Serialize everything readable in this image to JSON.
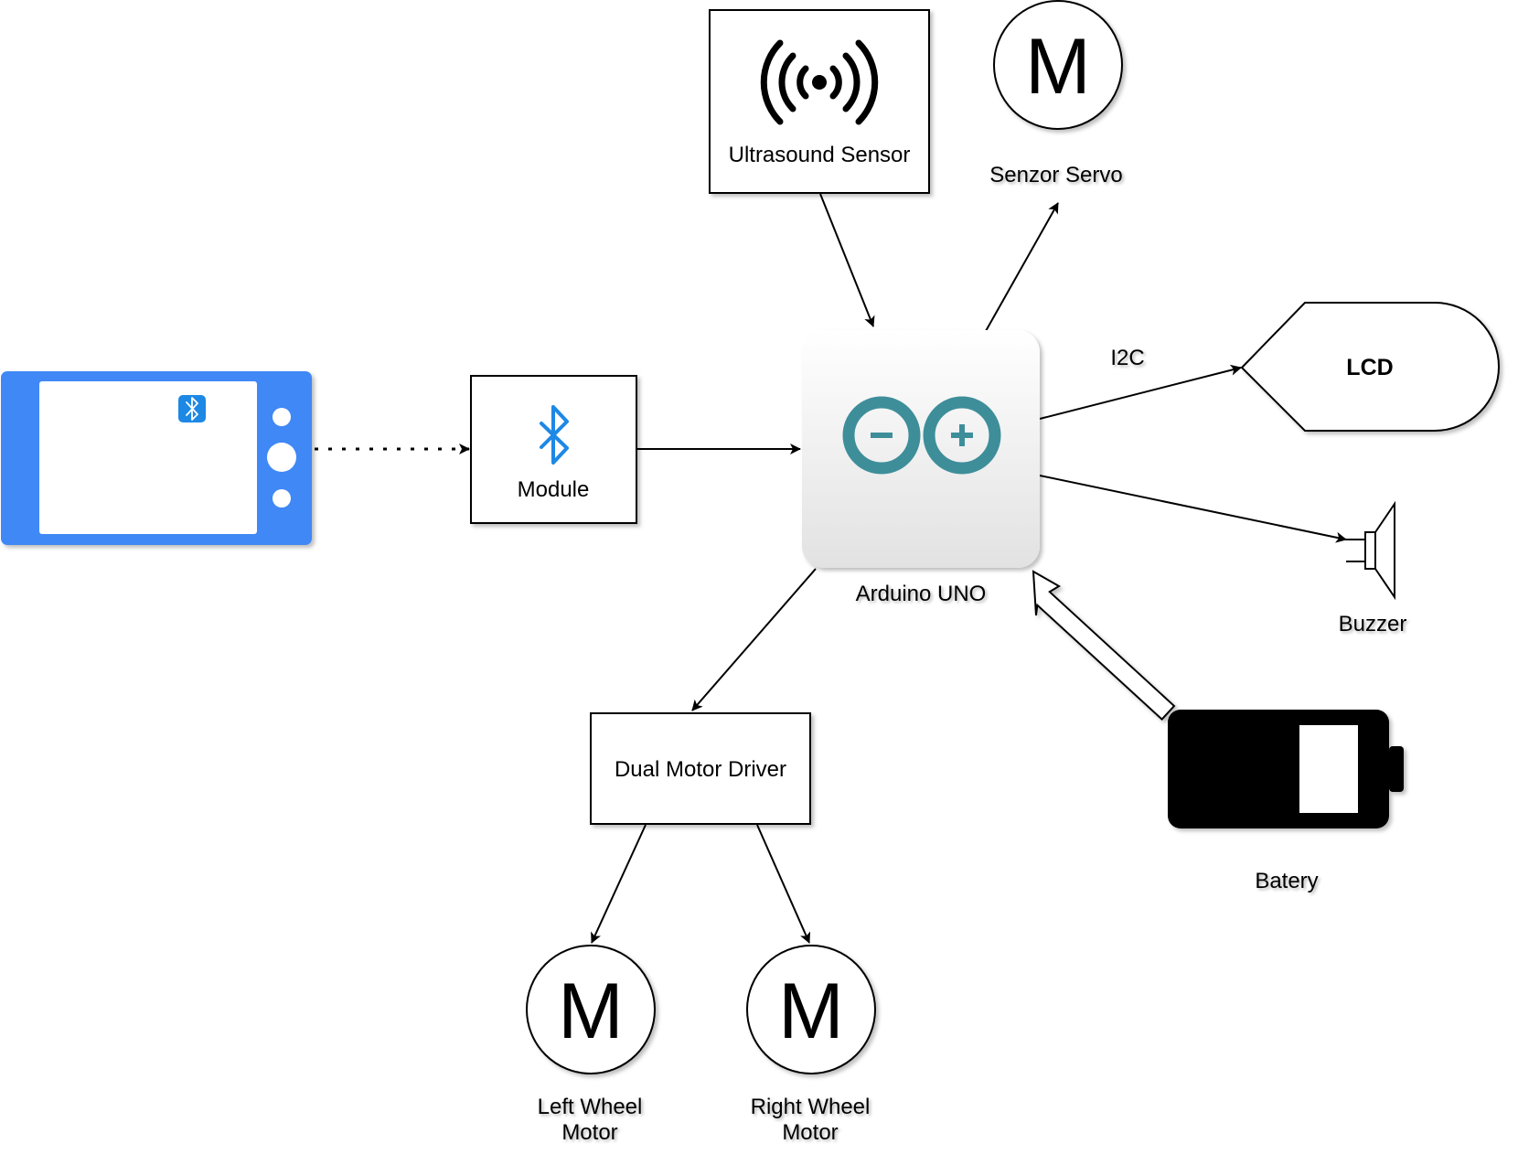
{
  "nodes": {
    "ultrasound": {
      "label": "Ultrasound Sensor",
      "icon": "ultrasound-waves-icon"
    },
    "servo": {
      "label": "Senzor Servo",
      "symbol": "M",
      "icon": "motor-icon"
    },
    "lcd": {
      "label": "LCD",
      "icon": "display-shape"
    },
    "phone": {
      "icon": "smartphone-icon",
      "badge_icon": "bluetooth-icon",
      "color": "#3F88F5"
    },
    "module": {
      "label": "Module",
      "icon": "bluetooth-icon",
      "icon_color": "#1E88E5"
    },
    "arduino": {
      "label": "Arduino UNO",
      "icon": "arduino-infinity-logo-icon",
      "icon_color": "#3E8E9A"
    },
    "buzzer": {
      "label": "Buzzer",
      "icon": "speaker-icon"
    },
    "motor_driver": {
      "label": "Dual Motor Driver"
    },
    "battery": {
      "label": "Batery",
      "icon": "battery-icon"
    },
    "left_motor": {
      "label_line1": "Left Wheel",
      "label_line2": "Motor",
      "symbol": "M",
      "icon": "motor-icon"
    },
    "right_motor": {
      "label_line1": "Right Wheel",
      "label_line2": "Motor",
      "symbol": "M",
      "icon": "motor-icon"
    }
  },
  "edges": {
    "i2c_label": "I2C"
  }
}
